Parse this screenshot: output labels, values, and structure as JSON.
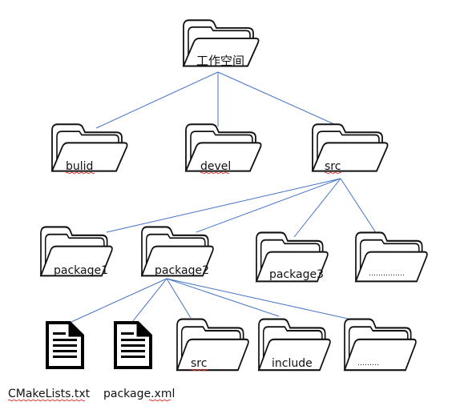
{
  "nodes": {
    "root": {
      "label": "工作空间"
    },
    "build": {
      "label": "bulid",
      "spell_marked": true
    },
    "devel": {
      "label": "devel",
      "spell_marked": true
    },
    "src": {
      "label": "src",
      "spell_marked": true
    },
    "package1": {
      "label": "package1"
    },
    "package2": {
      "label": "package2"
    },
    "package3": {
      "label": "package3"
    },
    "more_packages": {
      "label": "……………"
    },
    "cmakelists": {
      "label": "CMakeLists.txt",
      "spell_marked": true
    },
    "package_xml": {
      "label": "package.xml",
      "spell_marked": true
    },
    "pkg_src": {
      "label": "src",
      "spell_marked": true
    },
    "pkg_include": {
      "label": "include"
    },
    "pkg_more": {
      "label": "………"
    }
  },
  "edges": [
    [
      "root",
      "build"
    ],
    [
      "root",
      "devel"
    ],
    [
      "root",
      "src"
    ],
    [
      "src",
      "package1"
    ],
    [
      "src",
      "package2"
    ],
    [
      "src",
      "package3"
    ],
    [
      "src",
      "more_packages"
    ],
    [
      "package2",
      "cmakelists"
    ],
    [
      "package2",
      "package_xml"
    ],
    [
      "package2",
      "pkg_src"
    ],
    [
      "package2",
      "pkg_include"
    ],
    [
      "package2",
      "pkg_more"
    ]
  ],
  "colors": {
    "edge": "#4472c4",
    "outline": "#111111",
    "spellcheck": "#d33333"
  },
  "icons": {
    "folder": "folder-icon",
    "file": "file-icon"
  }
}
